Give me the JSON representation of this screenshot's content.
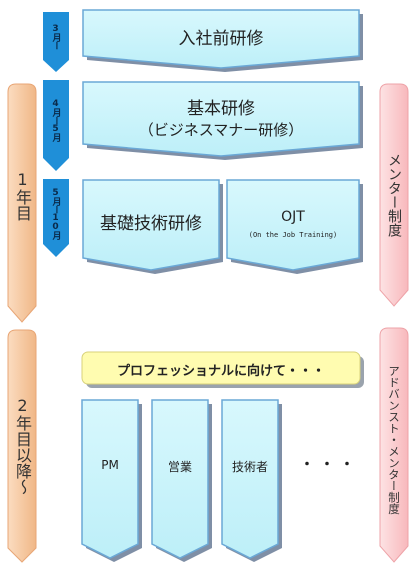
{
  "timeline": {
    "step1": "3月ー",
    "step2": "4月ー5月",
    "step3": "5月ー10月"
  },
  "years": {
    "first": "1年目",
    "second": "2年目以降～"
  },
  "mentor": {
    "first": "メンター制度",
    "second": "アドバンスト・メンター制度"
  },
  "stages": {
    "pre": "入社前研修",
    "basic_line1": "基本研修",
    "basic_line2": "（ビジネスマナー研修）",
    "foundation": "基礎技術研修",
    "ojt_title": "OJT",
    "ojt_sub": "(On the Job Training)"
  },
  "professional": {
    "banner": "プロフェッショナルに向けて・・・",
    "roles": [
      "PM",
      "営業",
      "技術者"
    ],
    "more": "・・・"
  },
  "colors": {
    "box_fill": "#c6f3fb",
    "box_border": "#6aa8d6",
    "box_shadow": "#7f8fa6",
    "arrow_blue": "#1f8fd8",
    "year_orange": "#f5c6a0",
    "mentor_pink": "#fbc9cc",
    "banner_yellow": "#fffcb0"
  }
}
